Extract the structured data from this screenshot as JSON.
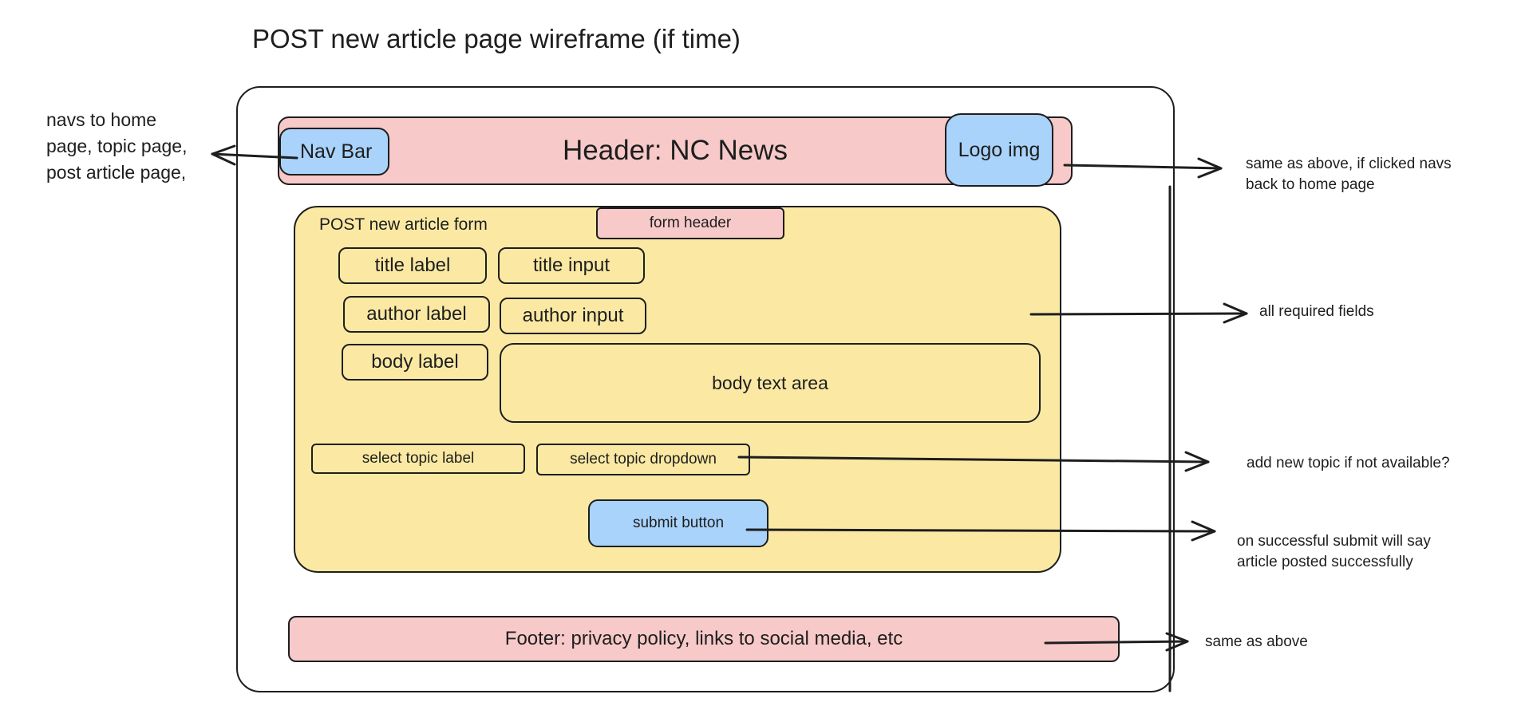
{
  "title": "POST new article page wireframe (if time)",
  "header": {
    "label": "Header: NC News",
    "nav_bar": "Nav Bar",
    "logo": "Logo img"
  },
  "form": {
    "name": "POST new article form",
    "header_label": "form header",
    "title_label": "title label",
    "title_input": "title input",
    "author_label": "author label",
    "author_input": "author input",
    "body_label": "body label",
    "body_textarea": "body text area",
    "topic_label": "select topic label",
    "topic_dropdown": "select topic dropdown",
    "submit": "submit button"
  },
  "footer": {
    "label": "Footer: privacy policy, links to social media, etc"
  },
  "annotations": {
    "nav": [
      "navs to home",
      "page, topic page,",
      "post article page,"
    ],
    "logo": [
      "same as above, if clicked navs",
      "back to home page"
    ],
    "required": "all required fields",
    "topic": "add new topic if not available?",
    "submit": [
      "on successful submit will say",
      "article posted successfully"
    ],
    "footer": "same as above"
  },
  "colors": {
    "header_footer": "#f7c9c9",
    "form": "#fbe9a3",
    "interactive": "#a9d3fb",
    "stroke": "#1e1e1e"
  }
}
